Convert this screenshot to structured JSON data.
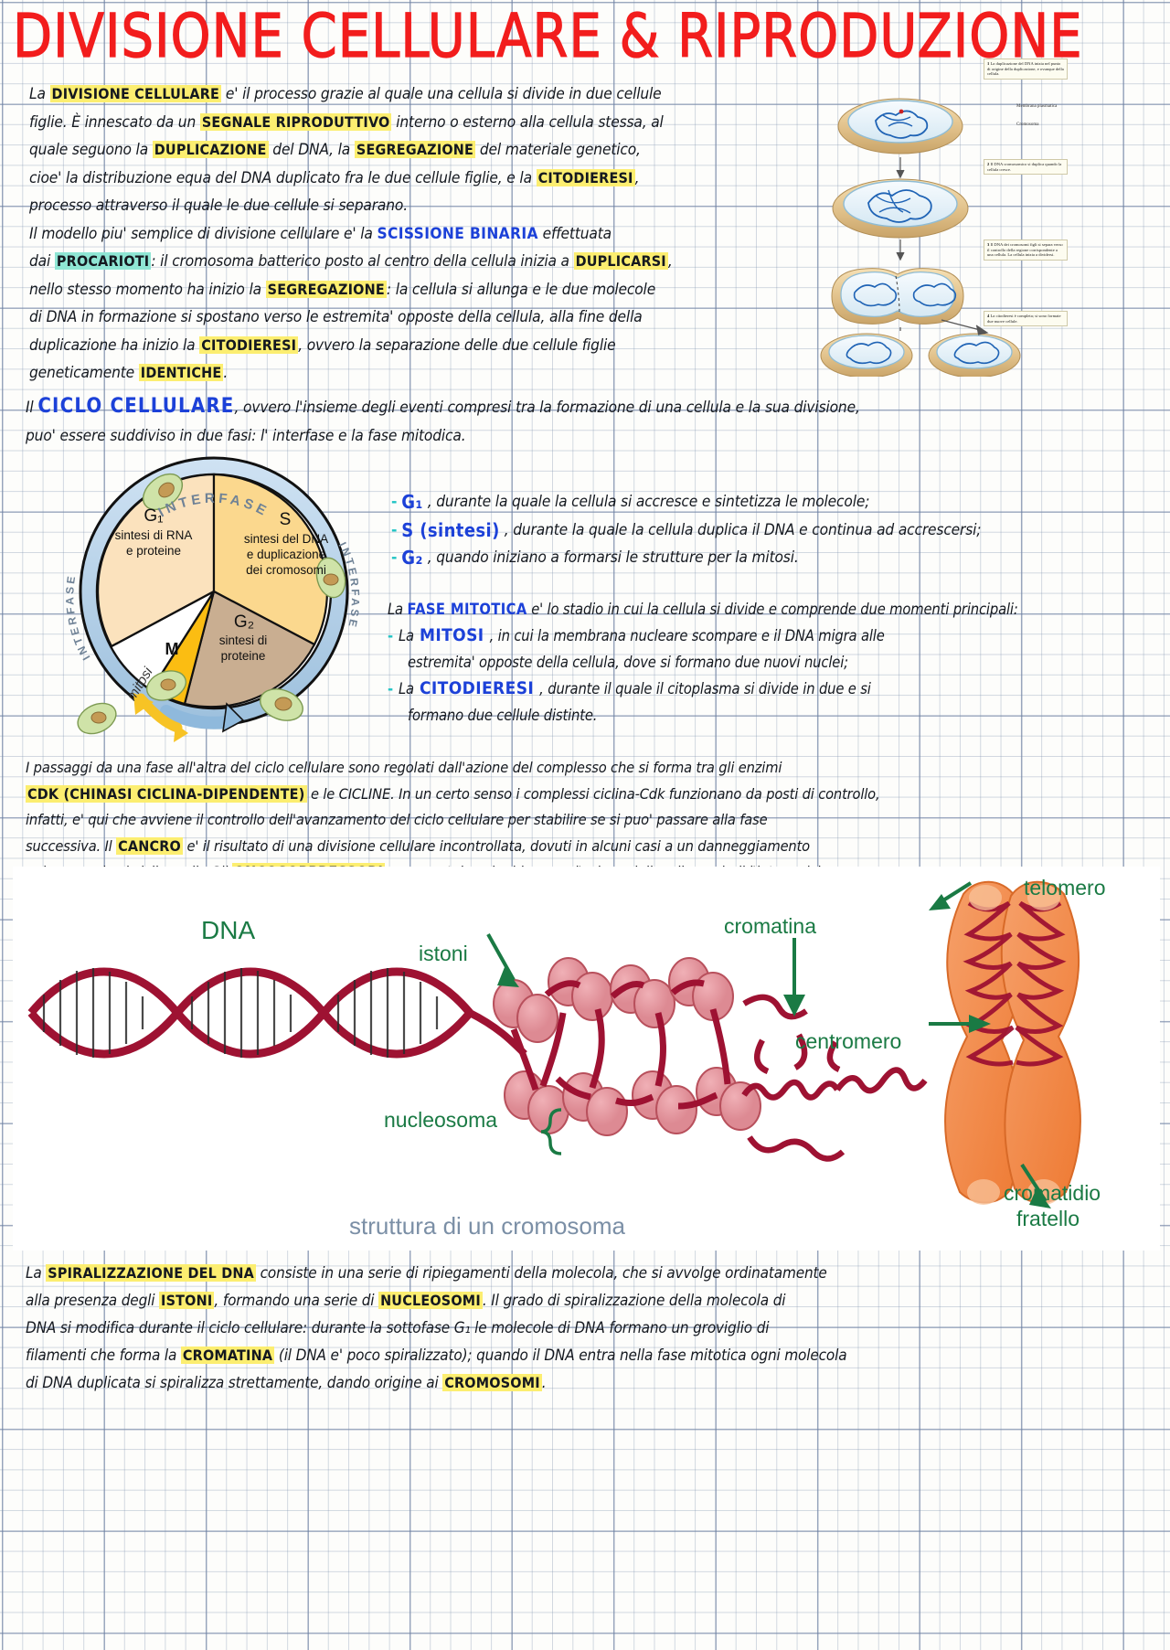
{
  "title": "DIVISIONE  CELLULARE  &  RIPRODUZIONE",
  "colors": {
    "title_red": "#f21d1d",
    "highlight_yellow": "#fcee70",
    "highlight_green": "#8fe6d4",
    "ink_blue": "#1c41d8",
    "dash_teal": "#21c4c4",
    "label_green": "#1a7a44",
    "label_grey": "#7b8fa6"
  },
  "paragraph_division": {
    "lines": [
      "La |hl:DIVISIONE CELLULARE| e' il processo grazie al quale una cellula si divide in due cellule",
      "figlie. È innescato da un |hl:SEGNALE RIPRODUTTIVO| interno o esterno alla cellula stessa, al",
      "quale seguono la |hl:DUPLICAZIONE| del DNA, la |hl:SEGREGAZIONE| del materiale genetico,",
      "cioe' la distribuzione equa del DNA duplicato fra le due cellule figlie, e la |hl:CITODIERESI|,",
      "processo attraverso il quale le due cellule si separano.",
      "Il modello piu' semplice di divisione cellulare e' la |blue:SCISSIONE  BINARIA| effettuata",
      "dai |hlg:PROCARIOTI|: il cromosoma batterico posto al centro della cellula inizia a |hl:DUPLICARSI|,",
      "nello stesso momento ha inizio la |hl:SEGREGAZIONE|: la cellula si allunga e le due molecole",
      "di DNA in formazione si spostano verso le estremita' opposte della cellula, alla fine della",
      "duplicazione ha inizio la |hl:CITODIERESI|, ovvero la separazione delle due cellule figlie",
      "geneticamente |hl:IDENTICHE|."
    ]
  },
  "paragraph_ciclo": {
    "lines": [
      "Il  |bluelg:CICLO CELLULARE|, ovvero l'insieme degli eventi compresi tra la formazione di una cellula e la sua divisione,",
      "puo' essere suddiviso in due fasi: l' interfase e la fase mitodica."
    ]
  },
  "fasi_list": [
    {
      "dash": "-",
      "term": "G₁",
      "text": ", durante la quale la cellula si accresce e sintetizza le molecole;"
    },
    {
      "dash": "-",
      "term": "S (sintesi)",
      "text": ", durante la quale la cellula duplica il DNA e continua ad accrescersi;"
    },
    {
      "dash": "-",
      "term": "G₂",
      "text": ", quando iniziano a formarsi le strutture per la mitosi."
    }
  ],
  "paragraph_mitotica": {
    "intro": "La |blue:FASE MITOTICA| e' lo stadio in cui la cellula si divide e comprende due momenti principali:",
    "items": [
      {
        "dash": "-",
        "lead": "La ",
        "term": "MITOSI",
        "first": ", in cui la membrana nucleare scompare e il DNA migra alle",
        "second": "estremita' opposte della cellula, dove si formano due nuovi nuclei;"
      },
      {
        "dash": "-",
        "lead": "La ",
        "term": "CITODIERESI",
        "first": ", durante il quale il citoplasma si divide in due e si",
        "second": "formano due cellule distinte."
      }
    ]
  },
  "paragraph_cdk": {
    "lines": [
      "I passaggi da una fase all'altra del ciclo cellulare sono regolati dall'azione del complesso che si forma tra gli enzimi",
      "|hl:CDK (CHINASI CICLINA-DIPENDENTE)| e le CICLINE. In un certo senso i complessi ciclina-Cdk funzionano da posti di controllo,",
      "infatti, e' qui che avviene il controllo dell'avanzamento del ciclo cellulare per stabilire se si puo' passare alla fase",
      "successiva. Il |hl:CANCRO| e' il risultato di una divisione cellulare incontrollata, dovuti in alcuni casi a un danneggiamento",
      "nei meccanismi ciclina-cdk. Gli |hl:ONCOSOPPRESSORI| sono proteine che bloccano l'azione della cdk e quindi l'intero ciclo."
    ]
  },
  "paragraph_spiralizzazione": {
    "lines": [
      "La |hl:SPIRALIZZAZIONE DEL DNA| consiste in una serie di ripiegamenti della molecola, che si avvolge ordinatamente",
      "alla presenza degli |hl:ISTONI|, formando una serie di |hl:NUCLEOSOMI|. Il grado di spiralizzazione della molecola di",
      "DNA si modifica durante il ciclo cellulare: durante la sottofase G₁ le molecole di DNA formano un groviglio di",
      "filamenti che forma la |hl:CROMATINA| (il DNA e' poco spiralizzato); quando il DNA entra nella fase mitotica ogni molecola",
      "di DNA duplicata si spiralizza strettamente, dando origine ai |hl:CROMOSOMI|."
    ]
  },
  "wheel_diagram": {
    "ring_label": "INTERFASE",
    "ring_label_left": "INTERFASE",
    "ring_label_right": "INTERFASE",
    "sectors": [
      {
        "name": "G₁",
        "desc": [
          "sintesi di RNA",
          "e proteine"
        ]
      },
      {
        "name": "S",
        "desc": [
          "sintesi del DNA",
          "e duplicazione",
          "dei cromosomi"
        ]
      },
      {
        "name": "G₂",
        "desc": [
          "sintesi di",
          "proteine"
        ]
      },
      {
        "name": "M",
        "desc": []
      }
    ],
    "arrow_label": "mitosi"
  },
  "fission_diagram": {
    "steps": [
      {
        "num": "1",
        "text": "La duplicazione del DNA inizia nel punto di origine della duplicazione, e ovunque della cellula."
      },
      {
        "num": "2",
        "text": "Il DNA cromosomico si duplica quando la cellula cresce."
      },
      {
        "num": "3",
        "text": "Il DNA dei cromosomi figli si separa verso il controllo della regione corrispondente a una cellula. La cellula inizia a dividersi."
      },
      {
        "num": "4",
        "text": "La citodieresi è completa; si sono formate due nuove cellule."
      }
    ],
    "labels": [
      "Membrana plasmatica",
      "Cromosoma"
    ]
  },
  "chromosome_diagram": {
    "labels": [
      {
        "id": "dna-label",
        "text": "DNA"
      },
      {
        "id": "istoni-label",
        "text": "istoni"
      },
      {
        "id": "cromatina-label",
        "text": "cromatina"
      },
      {
        "id": "telomero-label",
        "text": "telomero"
      },
      {
        "id": "centromero-label",
        "text": "centromero"
      },
      {
        "id": "nucleosoma-label",
        "text": "nucleosoma"
      },
      {
        "id": "cromatidio-label",
        "text": "cromatidio"
      },
      {
        "id": "fratello-label",
        "text": "fratello"
      }
    ],
    "caption": "struttura di un cromosoma"
  }
}
